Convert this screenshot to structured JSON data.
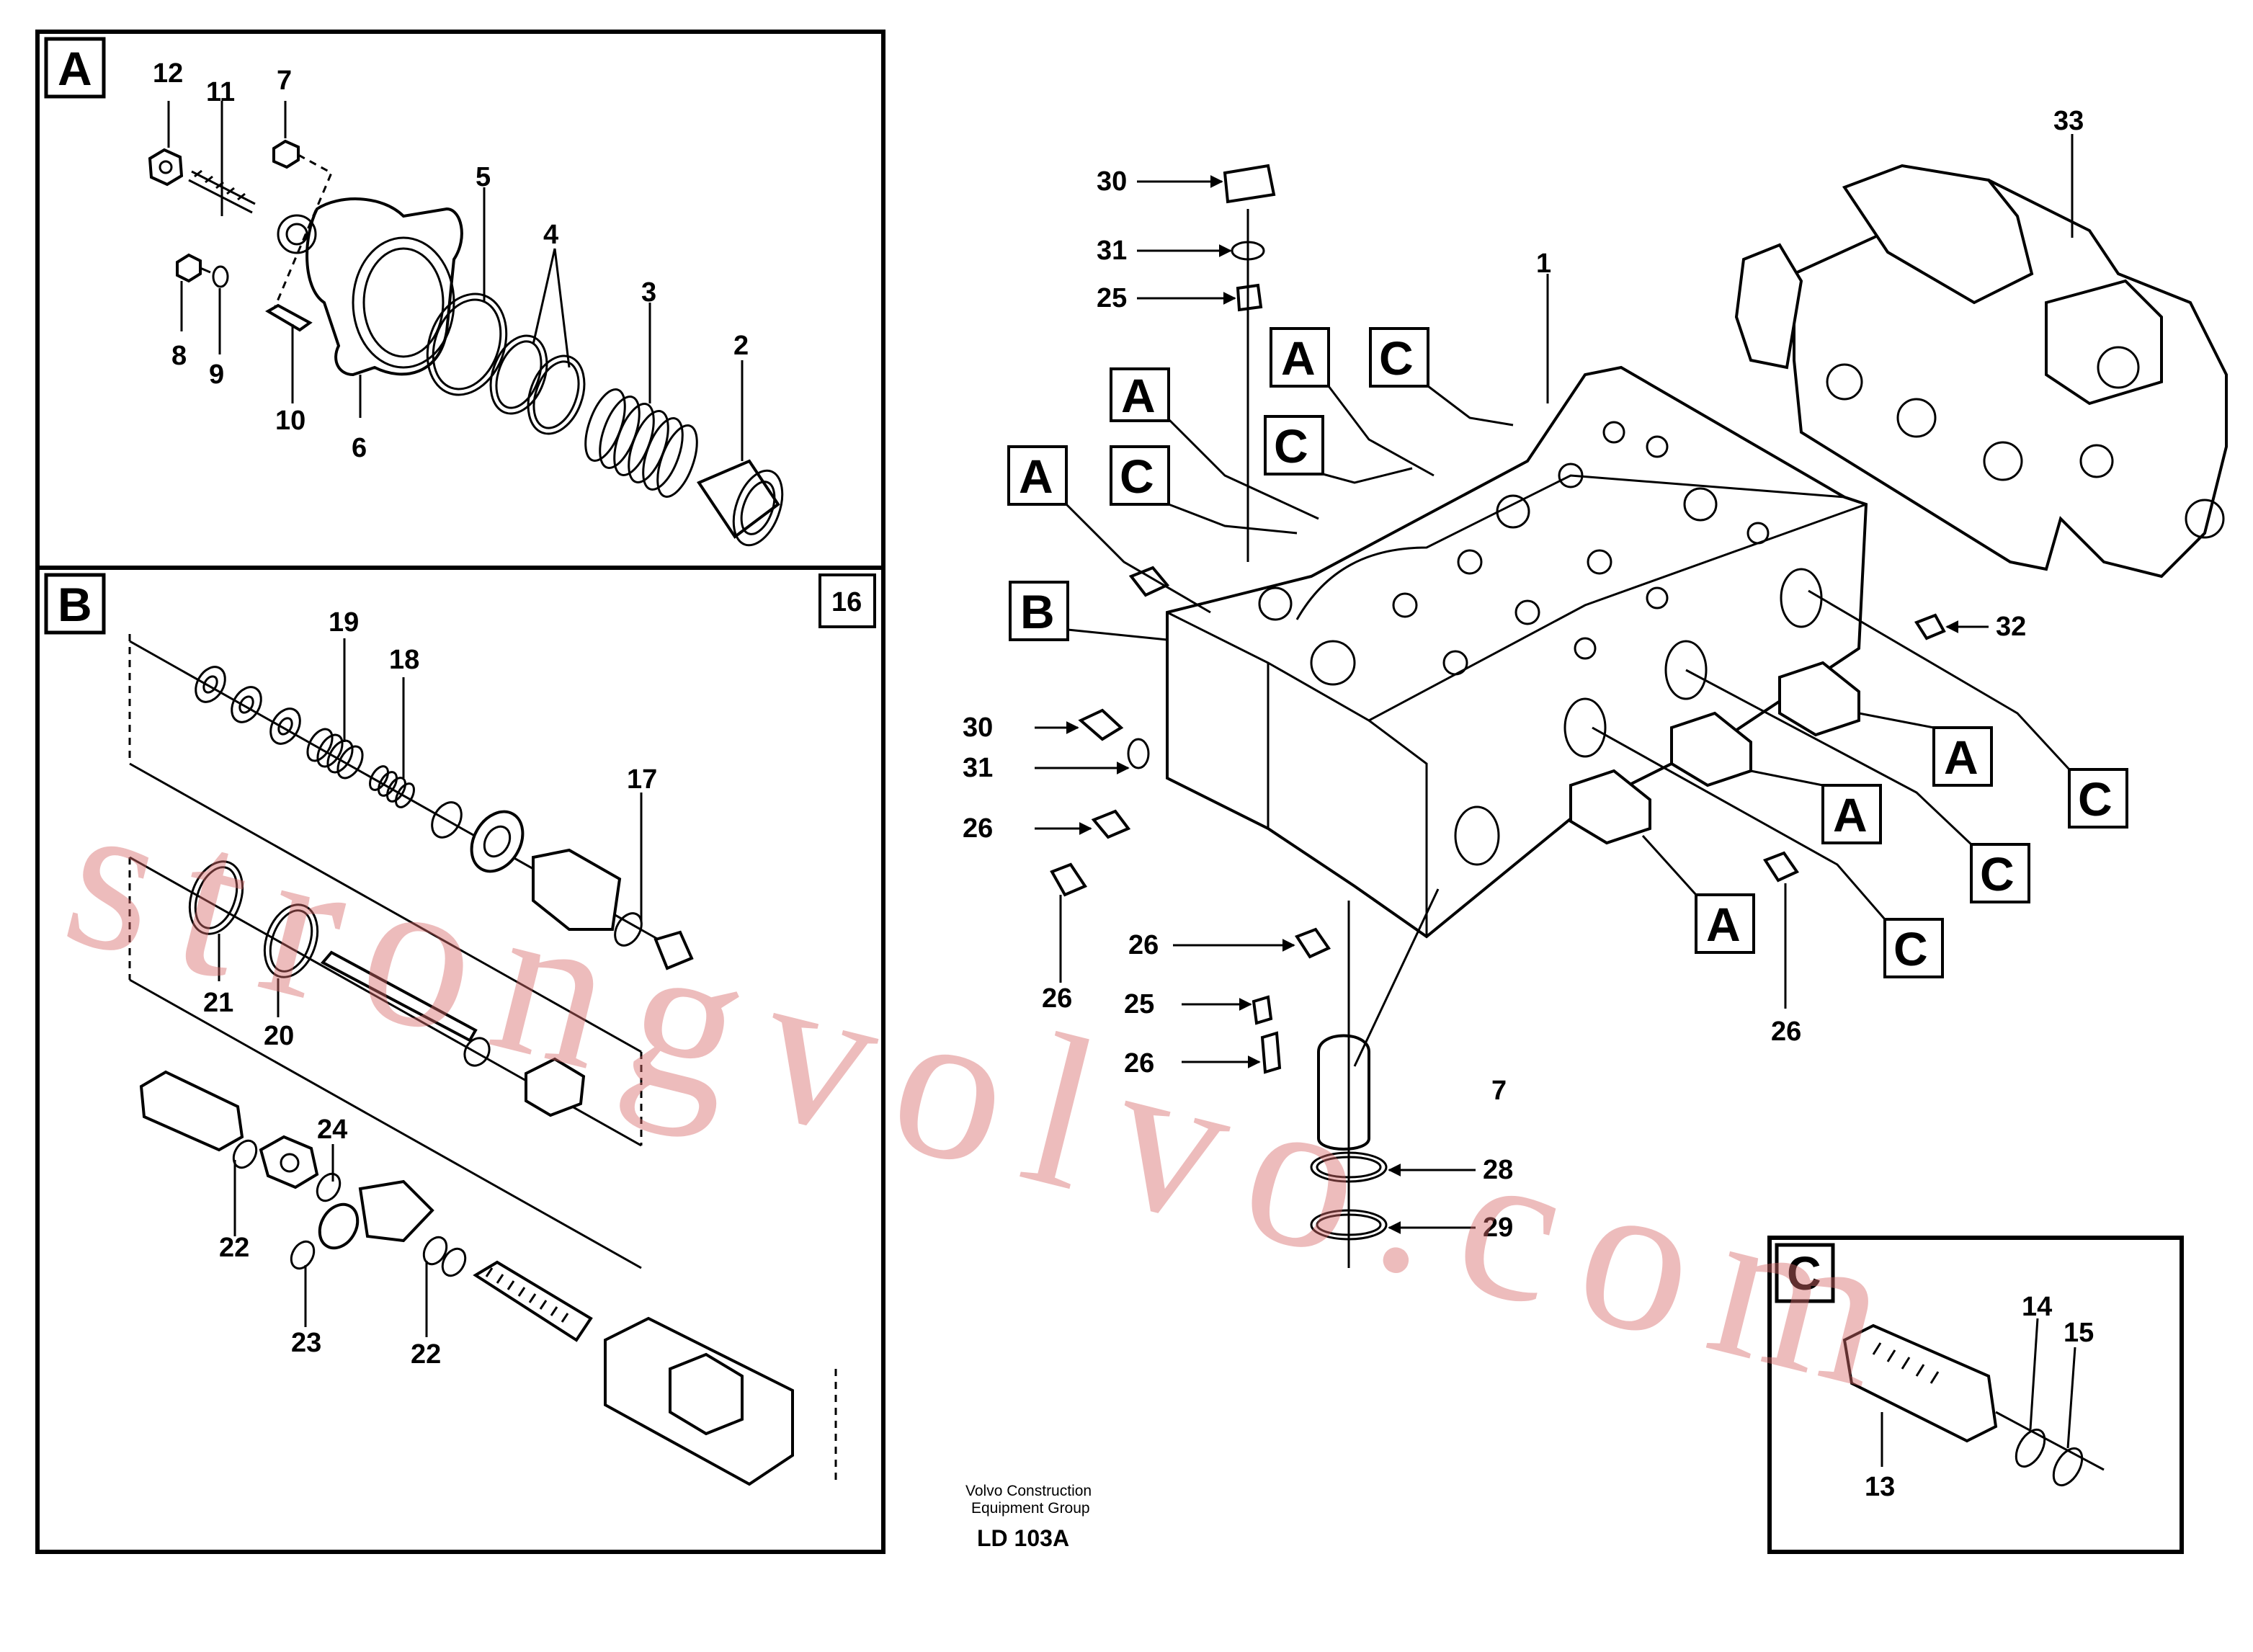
{
  "panels": {
    "A": {
      "label": "A"
    },
    "B": {
      "label": "B",
      "ref": "16"
    },
    "C": {
      "label": "C"
    }
  },
  "callouts": {
    "A": "A",
    "B": "B",
    "C": "C"
  },
  "part_numbers": {
    "n1": "1",
    "n2": "2",
    "n3": "3",
    "n4": "4",
    "n5": "5",
    "n6": "6",
    "n7": "7",
    "n8": "8",
    "n9": "9",
    "n10": "10",
    "n11": "11",
    "n12": "12",
    "n13": "13",
    "n14": "14",
    "n15": "15",
    "n17": "17",
    "n18": "18",
    "n19": "19",
    "n20": "20",
    "n21": "21",
    "n22": "22",
    "n23": "23",
    "n24": "24",
    "n25": "25",
    "n26": "26",
    "n28": "28",
    "n29": "29",
    "n30": "30",
    "n31": "31",
    "n32": "32",
    "n33": "33",
    "n7b": "7",
    "n26a": "26",
    "n26b": "26",
    "n26c": "26",
    "n25b": "25",
    "n26d": "26",
    "n22b": "22"
  },
  "footer": {
    "line1": "Volvo Construction",
    "line2": "Equipment Group",
    "code": "LD 103A"
  },
  "watermark": "strongvolvo.com"
}
